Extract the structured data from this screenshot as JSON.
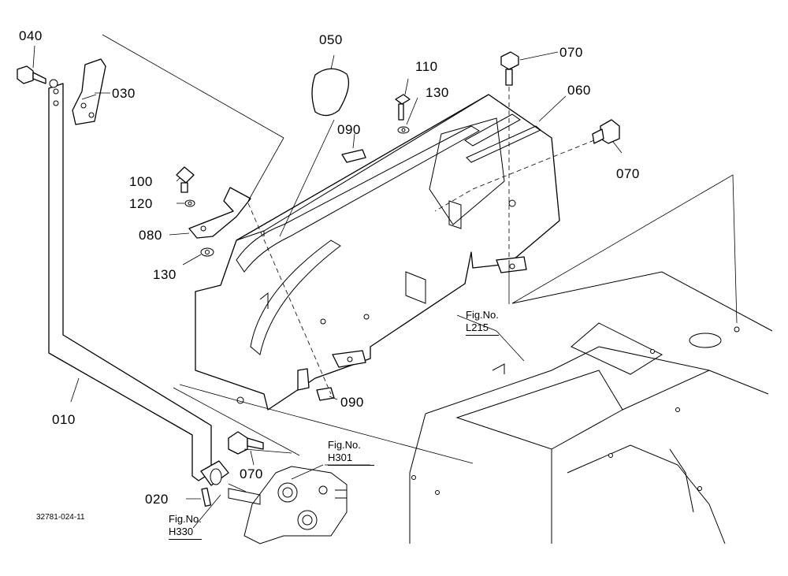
{
  "parts": [
    {
      "id": "p040",
      "number": "040"
    },
    {
      "id": "p030",
      "number": "030"
    },
    {
      "id": "p050",
      "number": "050"
    },
    {
      "id": "p110",
      "number": "110"
    },
    {
      "id": "p070a",
      "number": "070"
    },
    {
      "id": "p130a",
      "number": "130"
    },
    {
      "id": "p060",
      "number": "060"
    },
    {
      "id": "p090a",
      "number": "090"
    },
    {
      "id": "p070b",
      "number": "070"
    },
    {
      "id": "p100",
      "number": "100"
    },
    {
      "id": "p120",
      "number": "120"
    },
    {
      "id": "p080",
      "number": "080"
    },
    {
      "id": "p130b",
      "number": "130"
    },
    {
      "id": "p010",
      "number": "010"
    },
    {
      "id": "p090b",
      "number": "090"
    },
    {
      "id": "p070c",
      "number": "070"
    },
    {
      "id": "p020",
      "number": "020"
    }
  ],
  "figure_refs": [
    {
      "id": "l215",
      "line1": "Fig.No.",
      "line2": "L215"
    },
    {
      "id": "h301",
      "line1": "Fig.No.",
      "line2": "H301"
    },
    {
      "id": "h330",
      "line1": "Fig.No.",
      "line2": "H330"
    }
  ],
  "drawing_code": "32781-024-11"
}
